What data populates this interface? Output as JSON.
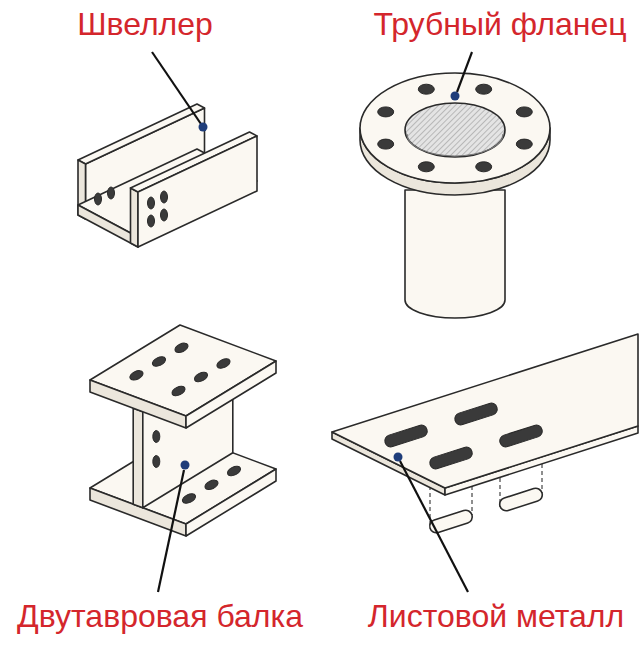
{
  "diagram": {
    "labels": [
      "Швеллер",
      "Трубный фланец",
      "Двутавровая балка",
      "Листовой металл"
    ]
  }
}
